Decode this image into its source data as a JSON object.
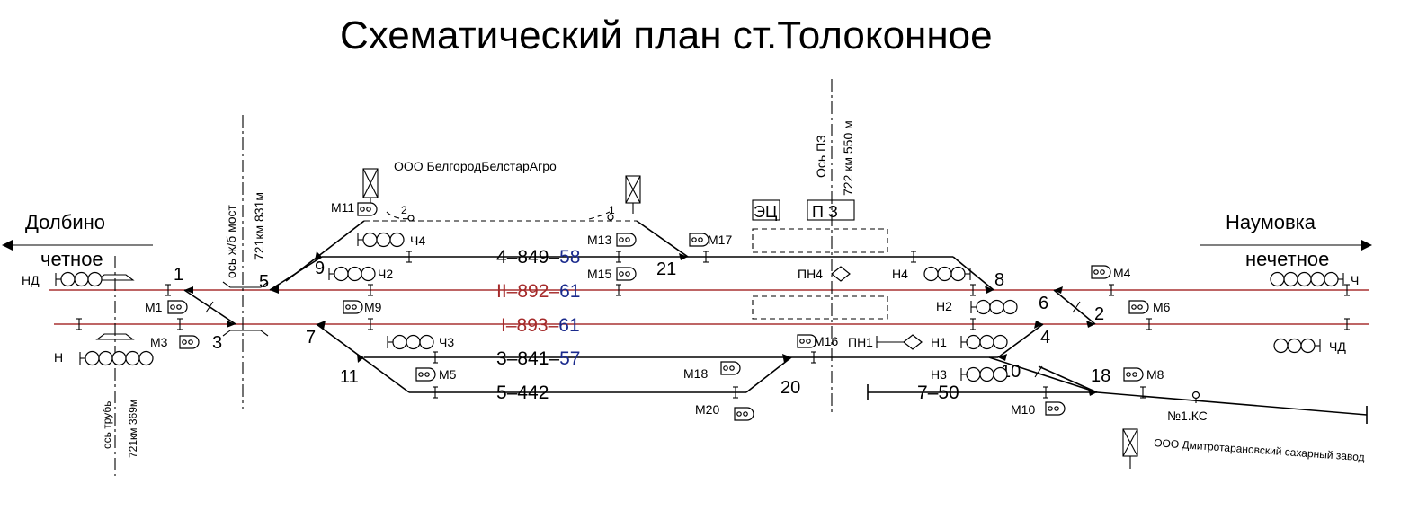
{
  "title": "Схематический план ст.Толоконное",
  "directions": {
    "left": {
      "name": "Долбино",
      "parity": "четное"
    },
    "right": {
      "name": "Наумовка",
      "parity": "нечетное"
    }
  },
  "companies": {
    "top": "ООО БелгородБелстарАгро",
    "bottom": "ООО Дмитротарановский сахарный завод"
  },
  "axes": {
    "bridge": {
      "name": "ось ж/б мост",
      "km": "721км 831м"
    },
    "pipe": {
      "name": "ось трубы",
      "km": "721км 369м"
    },
    "pz": {
      "name": "Ось ПЗ",
      "km": "722 км 550 м"
    }
  },
  "buildings": {
    "ec": "ЭЦ",
    "pz": "П З"
  },
  "tracks": [
    {
      "num": "4",
      "len": "849",
      "cap": "58",
      "style": "black"
    },
    {
      "num": "II",
      "len": "892",
      "cap": "61",
      "style": "red"
    },
    {
      "num": "I",
      "len": "893",
      "cap": "61",
      "style": "red"
    },
    {
      "num": "3",
      "len": "841",
      "cap": "57",
      "style": "black"
    },
    {
      "num": "5",
      "len": "442",
      "cap": "",
      "style": "black"
    },
    {
      "num": "7",
      "len": "50",
      "cap": "",
      "style": "black"
    }
  ],
  "switches": [
    "1",
    "3",
    "5",
    "9",
    "7",
    "11",
    "21",
    "20",
    "8",
    "6",
    "2",
    "4",
    "10",
    "18"
  ],
  "signals": {
    "ND": "НД",
    "N": "Н",
    "CH": "Ч",
    "CHD": "ЧД",
    "CH2": "Ч2",
    "CH3": "Ч3",
    "CH4": "Ч4",
    "N1": "Н1",
    "N2": "Н2",
    "N3": "Н3",
    "N4": "Н4",
    "PN1": "ПН1",
    "PN4": "ПН4",
    "M1": "М1",
    "M3": "М3",
    "M4": "М4",
    "M5": "М5",
    "M6": "М6",
    "M8": "М8",
    "M9": "М9",
    "M10": "М10",
    "M11": "М11",
    "M13": "М13",
    "M15": "М15",
    "M16": "М16",
    "M17": "М17",
    "M18": "М18",
    "M20": "М20"
  },
  "misc": {
    "ks": "№1.КС",
    "derail1": "1",
    "derail2": "2"
  }
}
